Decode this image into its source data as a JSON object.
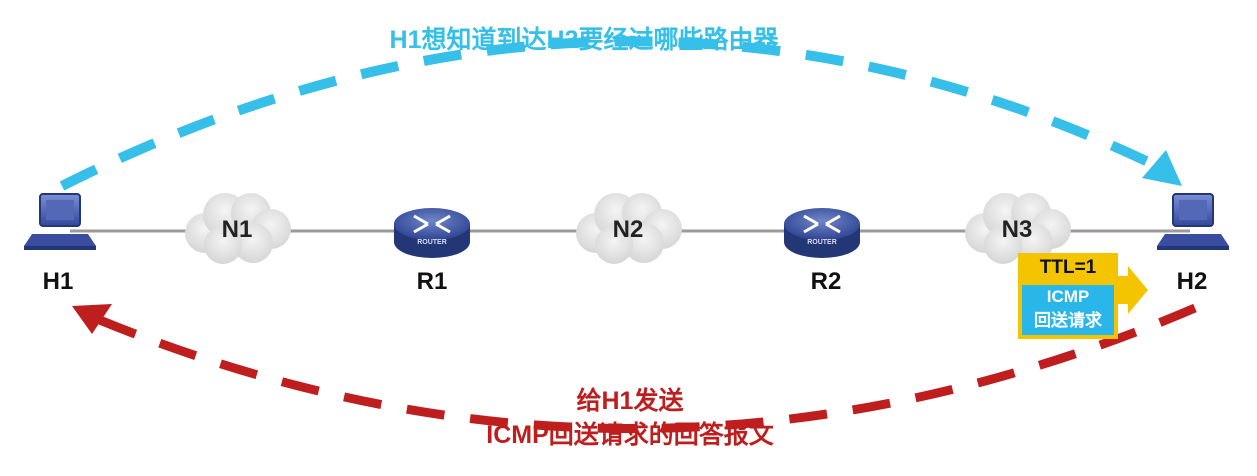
{
  "colors": {
    "request_arc": "#36bfe8",
    "reply_arc": "#bf1e1e",
    "link": "#9a9a9a",
    "ttl_bg": "#f5c400",
    "icmp_bg": "#29b6e8"
  },
  "top_caption": "H1想知道到达H2要经过哪些路由器",
  "bottom_caption": {
    "line1": "给H1发送",
    "line2": "ICMP回送请求的回答报文"
  },
  "nodes": {
    "h1": "H1",
    "h2": "H2",
    "r1": "R1",
    "r2": "R2",
    "router_badge": "ROUTER"
  },
  "networks": [
    "N1",
    "N2",
    "N3"
  ],
  "packet": {
    "ttl": "TTL=1",
    "line1": "ICMP",
    "line2": "回送请求"
  }
}
